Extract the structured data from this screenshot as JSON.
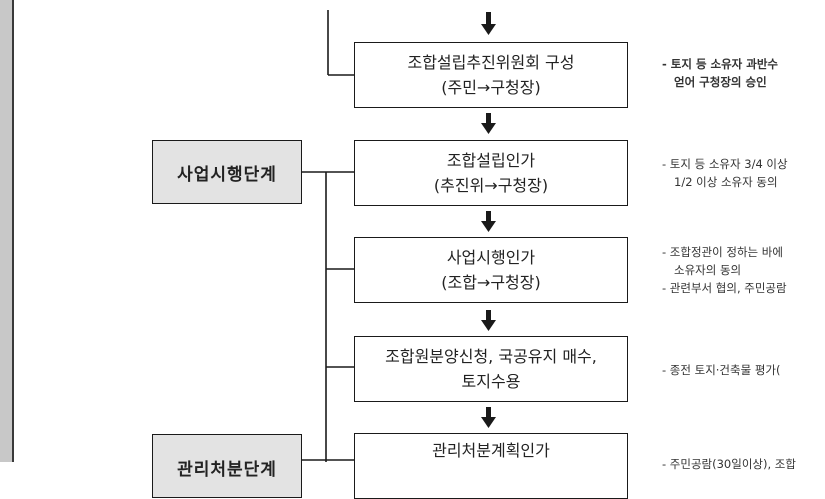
{
  "flow_steps": [
    {
      "line1": "조합설립추진위원회 구성",
      "line2": "(주민→구청장)"
    },
    {
      "line1": "조합설립인가",
      "line2": "(추진위→구청장)"
    },
    {
      "line1": "사업시행인가",
      "line2": "(조합→구청장)"
    },
    {
      "line1": "조합원분양신청, 국공유지 매수,",
      "line2": "토지수용"
    },
    {
      "line1": "관리처분계획인가",
      "line2": ""
    }
  ],
  "stages": [
    {
      "label": "사업시행단계"
    },
    {
      "label": "관리처분단계"
    }
  ],
  "notes": [
    {
      "lines": [
        "- 토지 등 소유자 과반수",
        "얻어 구청장의 승인"
      ]
    },
    {
      "lines": [
        "- 토지 등 소유자 3/4 이상",
        "1/2 이상 소유자 동의"
      ]
    },
    {
      "lines": [
        "- 조합정관이 정하는 바에",
        "소유자의 동의",
        "- 관련부서 협의, 주민공람"
      ]
    },
    {
      "lines": [
        "- 종전 토지·건축물 평가("
      ]
    },
    {
      "lines": [
        "- 주민공람(30일이상), 조합"
      ]
    }
  ],
  "icons": {
    "arrow": "down-arrow-icon"
  }
}
